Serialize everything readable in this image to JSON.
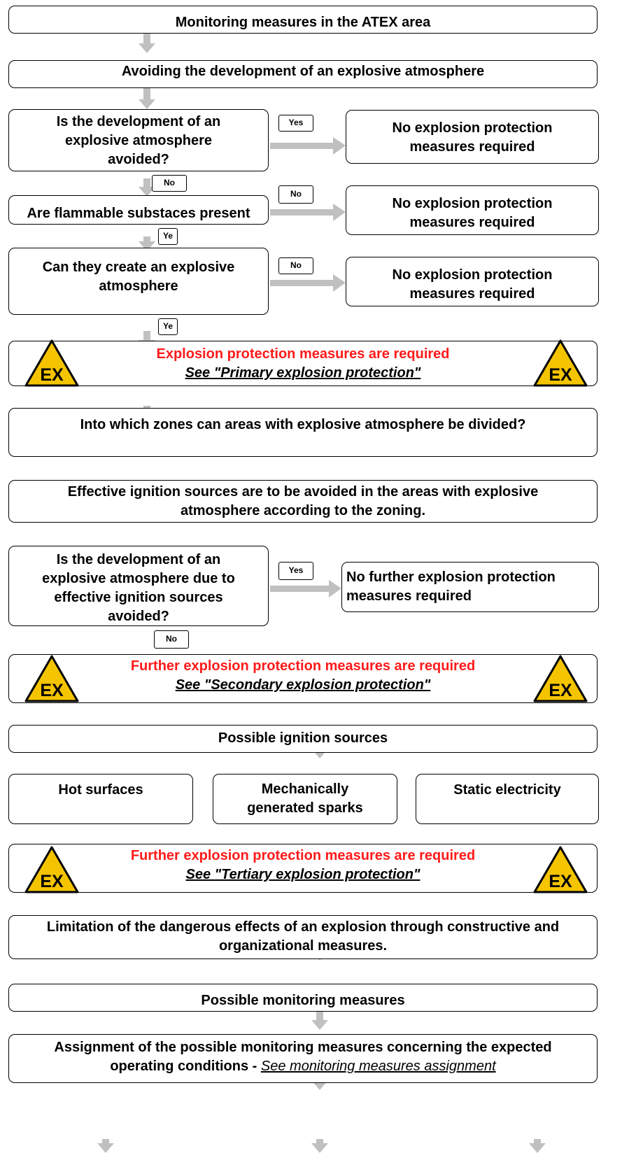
{
  "colors": {
    "arrow": "#c0c0c0",
    "warning_text": "#ff1a1a",
    "ex_sign_fill": "#f5c400"
  },
  "boxes": {
    "monitoring_atex": "Monitoring measures in the ATEX area",
    "avoid_development": "Avoiding the development of an explosive atmosphere",
    "q_avoided": "Is the development of an explosive atmosphere avoided?",
    "no_measures_1": "No explosion protection measures required",
    "q_flammable": "Are flammable substaces present",
    "no_measures_2": "No explosion protection measures required",
    "q_create": "Can they create an explosive atmosphere",
    "no_measures_3": "No explosion protection measures required",
    "primary_title": "Explosion protection measures are required",
    "primary_link": "See \"Primary explosion protection\"",
    "zones": "Into which zones can areas with explosive atmosphere be divided?",
    "ignition_avoid": "Effective ignition sources are to be avoided in the areas with explosive atmosphere according to the zoning.",
    "q_ignition": "Is the development of an explosive atmosphere due to effective ignition sources avoided?",
    "no_further": "No further explosion protection measures required",
    "secondary_title": "Further explosion protection measures are required",
    "secondary_link": "See \"Secondary explosion protection\"",
    "possible_ignition": "Possible ignition sources",
    "hot_surfaces": "Hot surfaces",
    "mech_sparks": "Mechanically generated sparks",
    "static_electricity": "Static electricity",
    "tertiary_title": "Further explosion protection measures are required",
    "tertiary_link": "See \"Tertiary explosion protection\"",
    "limitation": "Limitation of the dangerous effects of an explosion through constructive and organizational measures.",
    "possible_monitoring": "Possible monitoring measures",
    "assignment_text": "Assignment of the possible monitoring measures concerning the expected operating conditions -",
    "assignment_link": "See monitoring measures assignment"
  },
  "labels": {
    "yes_1": "Yes",
    "no_1": "No",
    "no_2": "No",
    "ye_1": "Ye",
    "no_3": "No",
    "ye_2": "Ye",
    "yes_2": "Yes",
    "no_4": "No"
  },
  "ex_sign_text": "EX"
}
